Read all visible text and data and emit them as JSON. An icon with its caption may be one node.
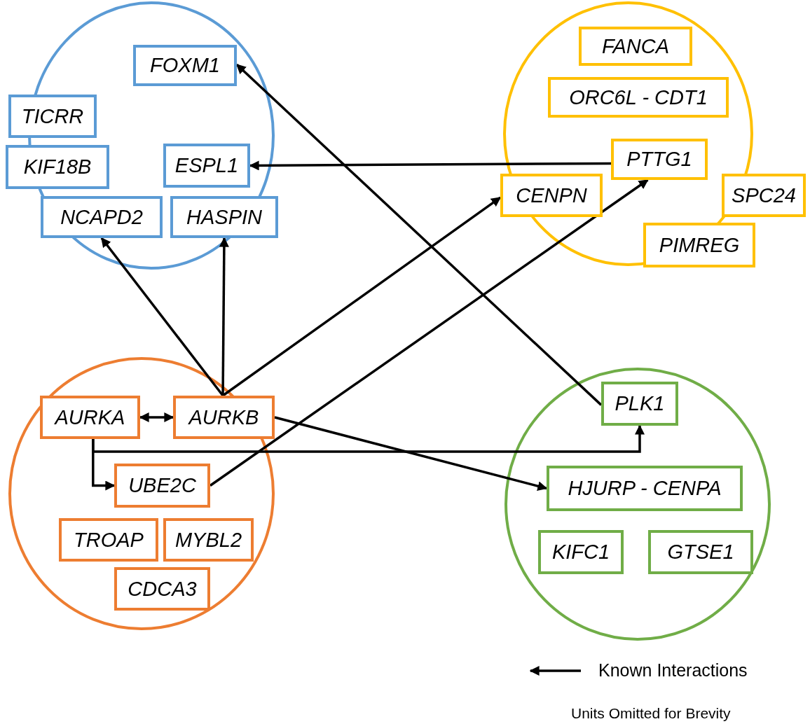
{
  "diagram": {
    "nodes": [
      {
        "text": [],
        "shape": "circle"
      },
      {
        "text": [
          "FOXM1"
        ],
        "in": 0
      },
      {
        "text": [
          "TICRR"
        ]
      },
      {
        "text": [
          "KIF18B"
        ]
      },
      {
        "text": [
          "ESPL1"
        ],
        "in": 0
      },
      {
        "text": [
          "NCAPD2"
        ],
        "in": 0
      },
      {
        "text": [
          "HASPIN"
        ],
        "in": 0
      },
      {
        "text": [],
        "shape": "circle"
      },
      {
        "text": [
          "FANCA"
        ],
        "in": 7
      },
      {
        "text": [
          "ORC6L - CDT1"
        ],
        "in": 7
      },
      {
        "text": [
          "PTTG1"
        ],
        "in": 7
      },
      {
        "text": [
          "CENPN"
        ],
        "in": 7
      },
      {
        "text": [
          "SPC24"
        ]
      },
      {
        "text": [
          "PIMREG"
        ],
        "in": 7
      },
      {
        "text": [],
        "shape": "circle"
      },
      {
        "text": [
          "AURKA"
        ],
        "in": 14
      },
      {
        "text": [
          "AURKB"
        ],
        "in": 14
      },
      {
        "text": [
          "UBE2C"
        ],
        "in": 14
      },
      {
        "text": [
          "TROAP"
        ],
        "in": 14
      },
      {
        "text": [
          "MYBL2"
        ],
        "in": 14
      },
      {
        "text": [
          "CDCA3"
        ],
        "in": 14
      },
      {
        "text": [],
        "shape": "circle"
      },
      {
        "text": [
          "PLK1"
        ],
        "in": 21
      },
      {
        "text": [
          "HJURP - CENPA"
        ],
        "in": 21
      },
      {
        "text": [
          "KIFC1"
        ],
        "in": 21
      },
      {
        "text": [
          "GTSE1"
        ],
        "in": 21
      }
    ],
    "edges": [
      {
        "from": 22,
        "to": 1,
        "arrow": "to"
      },
      {
        "from": 10,
        "to": 4,
        "arrow": "to"
      },
      {
        "from": 16,
        "to": 5,
        "arrow": "to"
      },
      {
        "from": 16,
        "to": 6,
        "arrow": "to"
      },
      {
        "from": 16,
        "to": 11,
        "arrow": "to"
      },
      {
        "from": 16,
        "to": 23,
        "arrow": "to"
      },
      {
        "from": 17,
        "to": 10,
        "arrow": "to"
      },
      {
        "from": 15,
        "to": 16,
        "arrow": "both"
      },
      {
        "from": 15,
        "to": 17,
        "arrow": "to"
      },
      {
        "from": 15,
        "to": 22,
        "arrow": "to"
      }
    ],
    "labels": [
      "Units Omitted for Brevity"
    ],
    "legend": [
      {
        "text": "Known Interactions"
      }
    ]
  }
}
